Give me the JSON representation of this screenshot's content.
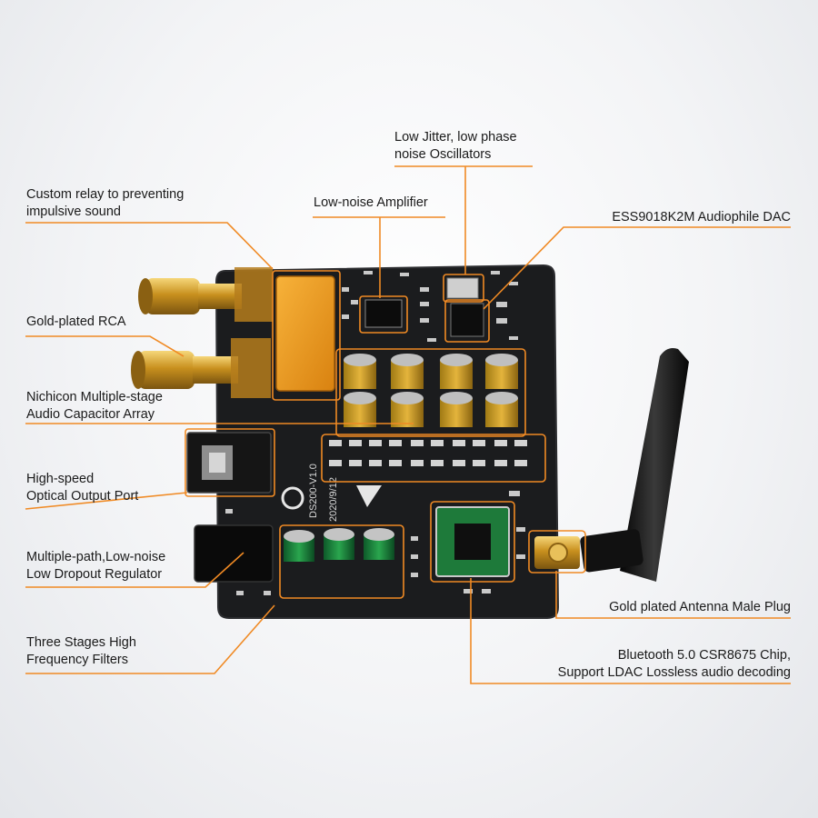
{
  "accent_color": "#f08a24",
  "board": {
    "silkscreen_model": "DS200-V1.0",
    "silkscreen_date": "2020/9/12"
  },
  "callouts": {
    "relay": [
      "Custom relay to preventing",
      "impulsive sound"
    ],
    "rca": [
      "Gold-plated RCA"
    ],
    "capacitors": [
      "Nichicon Multiple-stage",
      "Audio Capacitor Array"
    ],
    "optical": [
      "High-speed",
      "Optical Output Port"
    ],
    "regulator": [
      "Multiple-path,Low-noise",
      "Low Dropout Regulator"
    ],
    "filters": [
      "Three Stages High",
      "Frequency Filters"
    ],
    "oscillators": [
      "Low Jitter, low phase",
      "noise Oscillators"
    ],
    "amplifier": [
      "Low-noise Amplifier"
    ],
    "dac": [
      "ESS9018K2M Audiophile DAC"
    ],
    "antenna_plug": [
      "Gold plated Antenna Male Plug"
    ],
    "bluetooth": [
      "Bluetooth 5.0 CSR8675 Chip,",
      "Support LDAC Lossless audio decoding"
    ]
  }
}
